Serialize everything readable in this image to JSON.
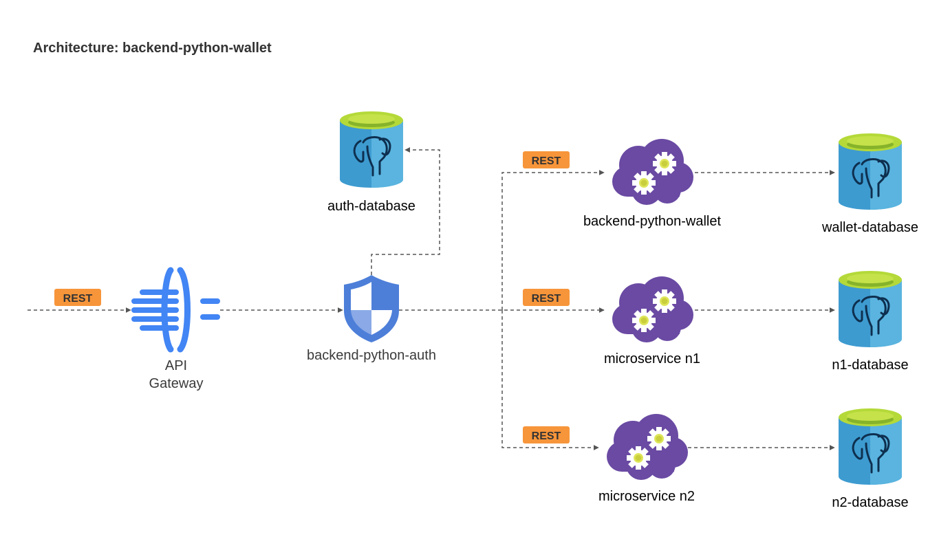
{
  "title": "Architecture: backend-python-wallet",
  "colors": {
    "postgres_body": "#3d9bd0",
    "postgres_top": "#b4d939",
    "microservice": "#6a4aa3",
    "gateway": "#4285f4",
    "shield": "#4d7fd9",
    "rest_badge": "#f7953a",
    "connector": "#555555"
  },
  "badges": {
    "rest_gateway": "REST",
    "rest_wallet": "REST",
    "rest_n1": "REST",
    "rest_n2": "REST"
  },
  "nodes": {
    "api_gateway": {
      "label_line1": "API",
      "label_line2": "Gateway",
      "icon": "api-gateway-icon"
    },
    "auth_service": {
      "label": "backend-python-auth",
      "icon": "shield-icon"
    },
    "auth_db": {
      "label": "auth-database",
      "icon": "postgres-database-icon"
    },
    "wallet_service": {
      "label": "backend-python-wallet",
      "icon": "cloud-gears-icon"
    },
    "wallet_db": {
      "label": "wallet-database",
      "icon": "postgres-database-icon"
    },
    "n1_service": {
      "label": "microservice n1",
      "icon": "cloud-gears-icon"
    },
    "n1_db": {
      "label": "n1-database",
      "icon": "postgres-database-icon"
    },
    "n2_service": {
      "label": "microservice n2",
      "icon": "cloud-gears-icon"
    },
    "n2_db": {
      "label": "n2-database",
      "icon": "postgres-database-icon"
    }
  }
}
